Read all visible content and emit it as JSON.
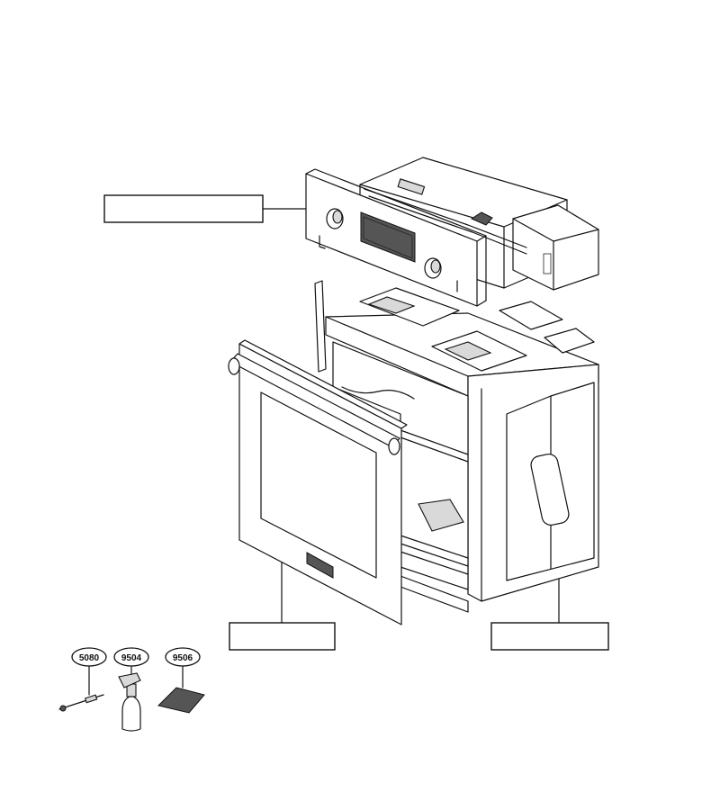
{
  "callouts": {
    "c5080": "5080",
    "c9504": "9504",
    "c9506": "9506"
  },
  "label_boxes": {
    "control_panel": "",
    "door": "",
    "cavity": ""
  }
}
